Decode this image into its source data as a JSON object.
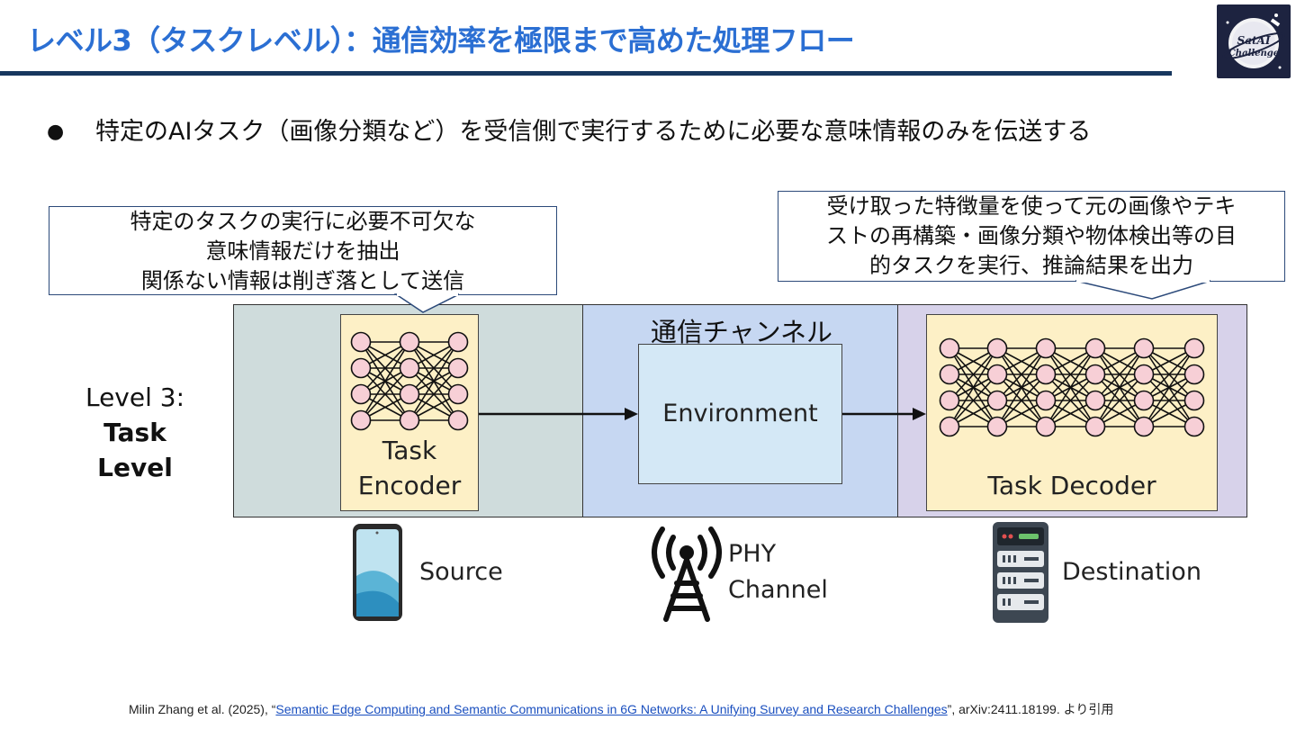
{
  "slide": {
    "title": "レベル3（タスクレベル）：通信効率を極限まで高めた処理フロー",
    "bullet": "特定のAIタスク（画像分類など）を受信側で実行するために必要な意味情報のみを伝送する",
    "logo": {
      "text_top": "SatAI",
      "text_bottom": "Challenge"
    }
  },
  "callouts": {
    "left": [
      "特定のタスクの実行に必要不可欠な",
      "意味情報だけを抽出",
      "関係ない情報は削ぎ落として送信"
    ],
    "right": [
      "受け取った特徴量を使って元の画像やテキ",
      "ストの再構築・画像分類や物体検出等の目",
      "的タスクを実行、推論結果を出力"
    ]
  },
  "diagram": {
    "level_label": [
      "Level 3:",
      "Task",
      "Level"
    ],
    "encoder": [
      "Task",
      "Encoder"
    ],
    "channel_title": "通信チャンネル",
    "environment": "Environment",
    "decoder": "Task Decoder",
    "source": "Source",
    "phy": [
      "PHY",
      "Channel"
    ],
    "destination": "Destination",
    "colors": {
      "node_fill": "#f7cfd6",
      "source_zone": "#cfdcdc",
      "channel_zone": "#c6d7f2",
      "dest_zone": "#d7d2ea",
      "nn_box": "#fdf0c6",
      "title_blue": "#2b6fd3"
    }
  },
  "citation": {
    "prefix": "Milin Zhang et al. (2025), “",
    "link": "Semantic Edge Computing and Semantic Communications in 6G Networks: A Unifying Survey and Research Challenges",
    "suffix": "”, arXiv:2411.18199. より引用"
  }
}
